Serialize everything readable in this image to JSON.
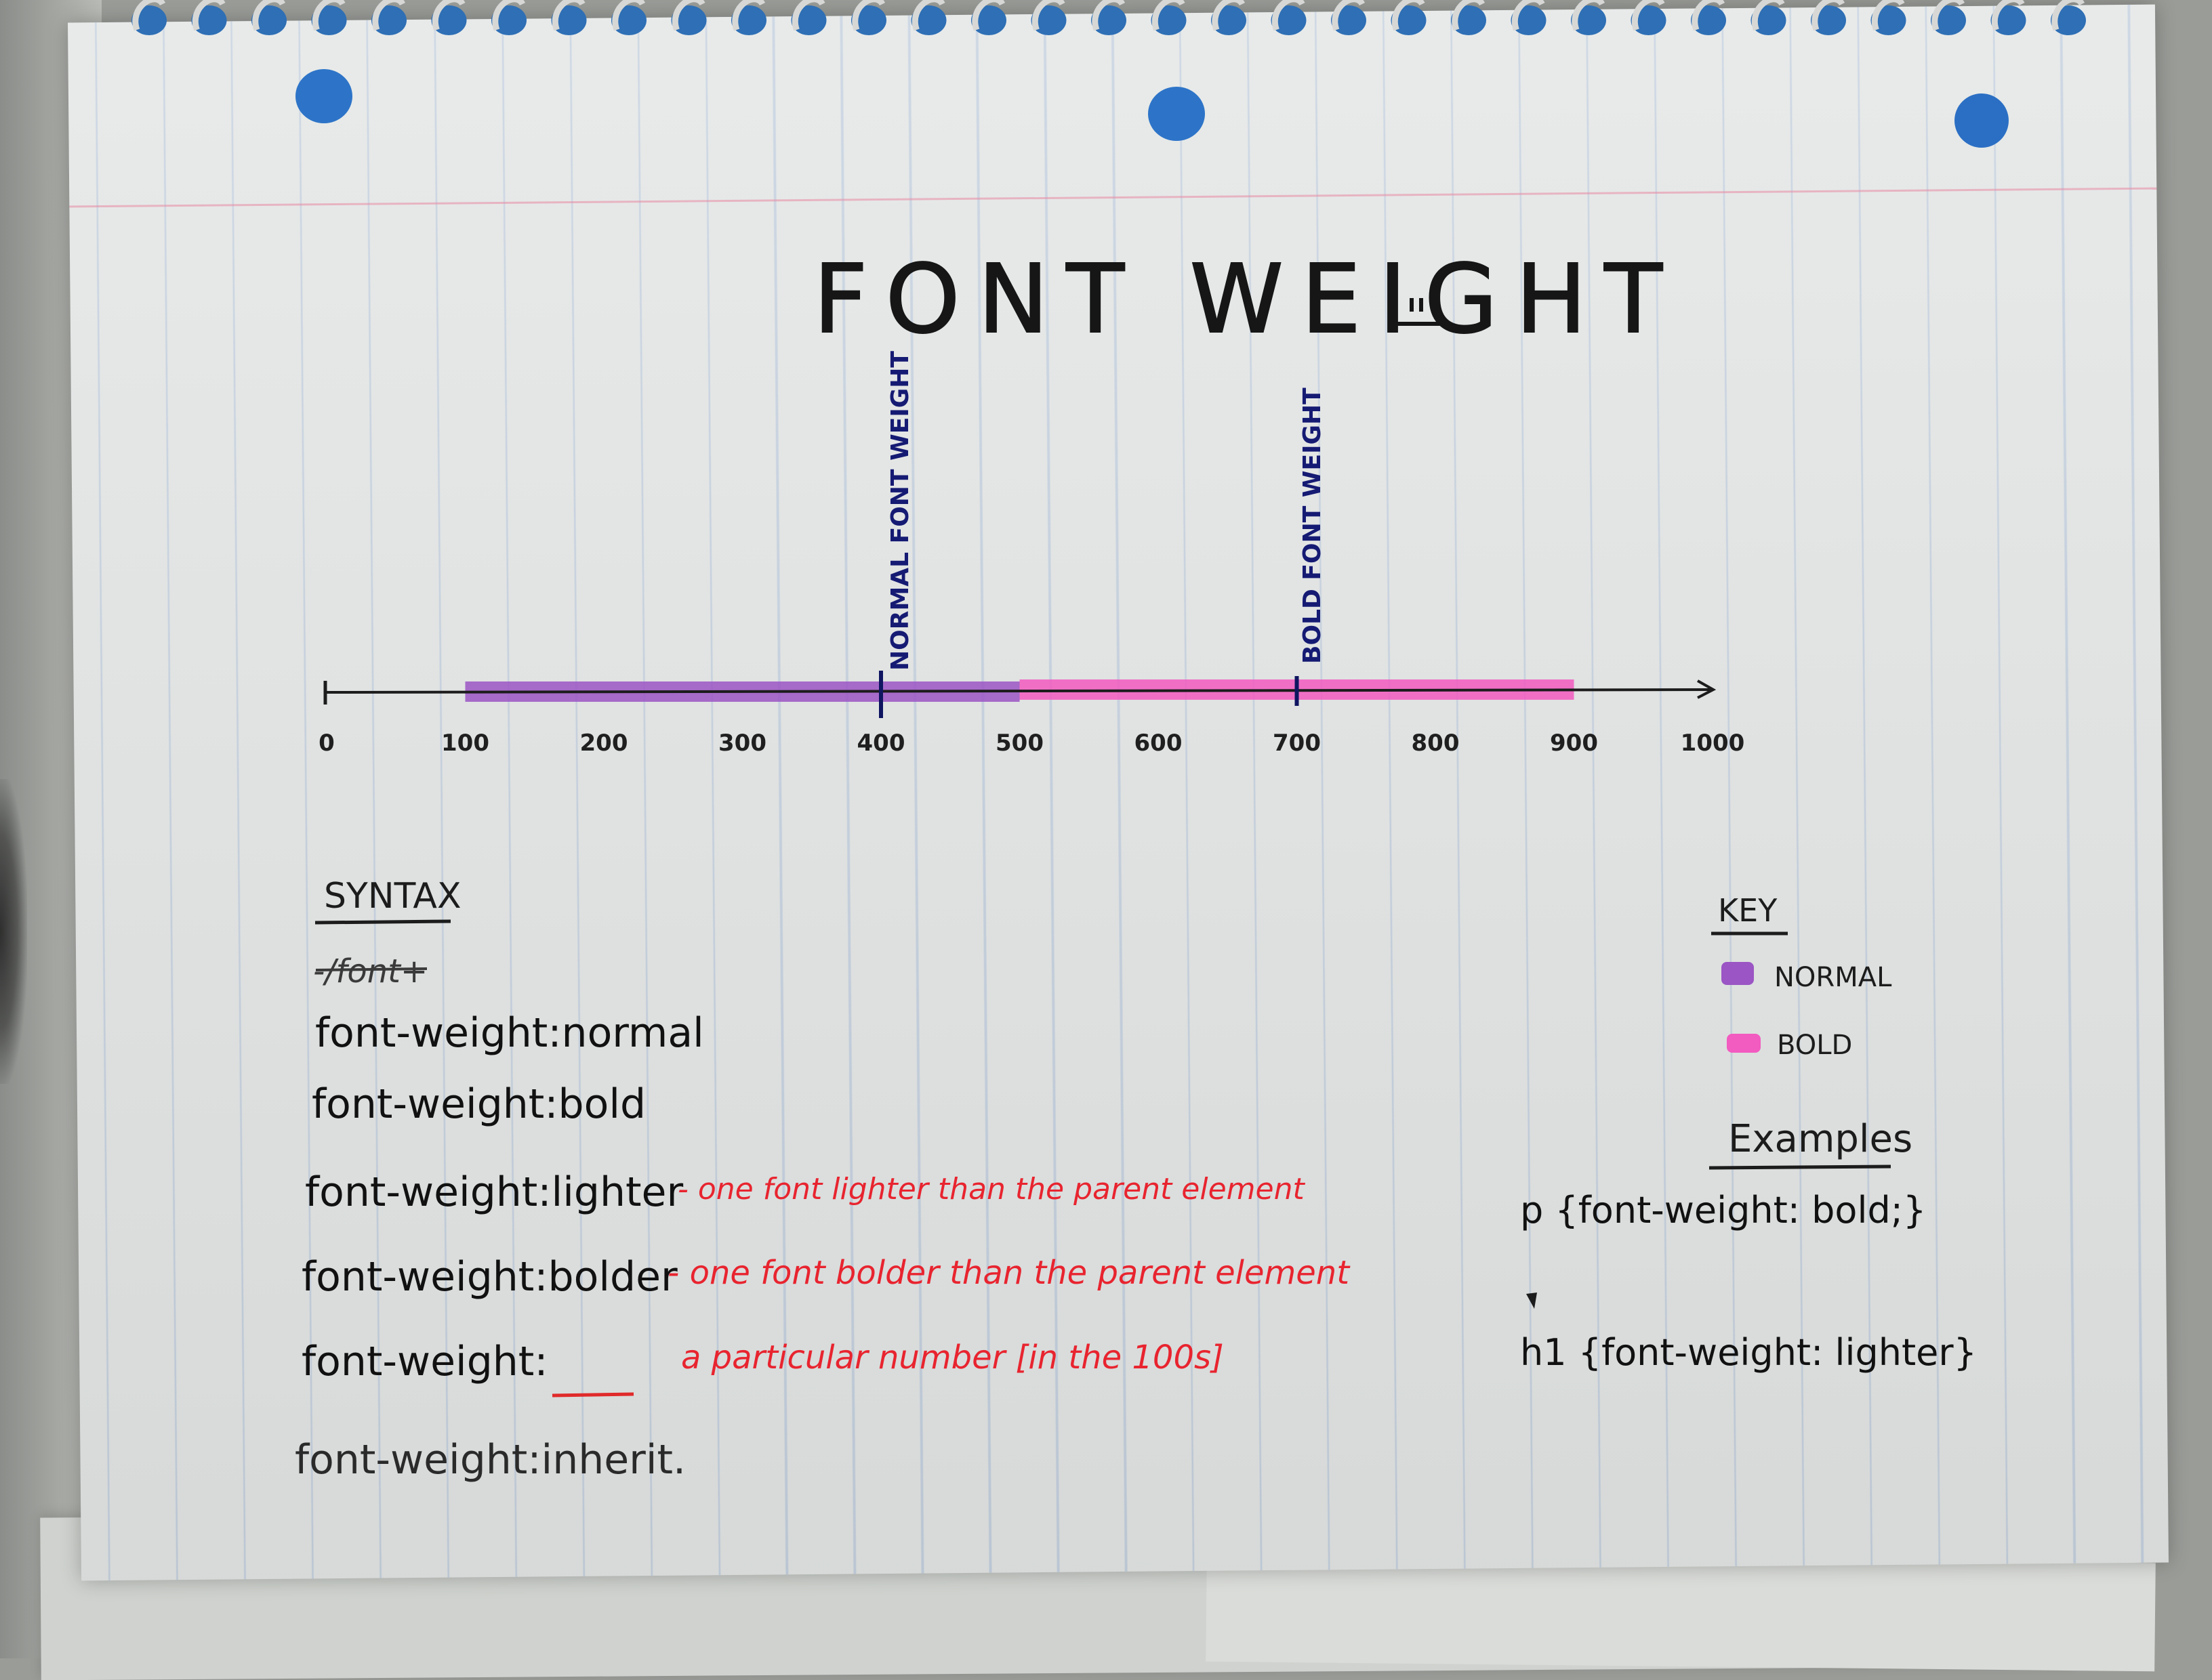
{
  "title": "FONT WEIGHT",
  "scale": {
    "ticks": [
      "0",
      "100",
      "200",
      "300",
      "400",
      "500",
      "600",
      "700",
      "800",
      "900",
      "1000"
    ],
    "normal_marker_label": "NORMAL FONT WEIGHT",
    "bold_marker_label": "BOLD FONT WEIGHT",
    "normal_range": [
      100,
      500
    ],
    "bold_range": [
      500,
      900
    ],
    "normal_marker": 400,
    "bold_marker": 700,
    "normal_color": "#9b55c4",
    "bold_color": "#f25bc0"
  },
  "syntax": {
    "heading": "SYNTAX",
    "crossed": "-/font+",
    "lines": [
      "font-weight:normal",
      "font-weight:bold",
      "font-weight:lighter",
      "font-weight:bolder",
      "font-weight:",
      "font-weight:inherit."
    ],
    "notes": [
      "- one font lighter than the parent element",
      "- one font bolder than the parent element",
      "a particular number [in the 100s]"
    ]
  },
  "key": {
    "heading": "KEY",
    "items": [
      {
        "label": "NORMAL",
        "color": "#9b55c4"
      },
      {
        "label": "BOLD",
        "color": "#f25bc0"
      }
    ]
  },
  "examples": {
    "heading": "Examples",
    "lines": [
      "p {font-weight: bold;}",
      "h1 {font-weight: lighter}"
    ]
  }
}
